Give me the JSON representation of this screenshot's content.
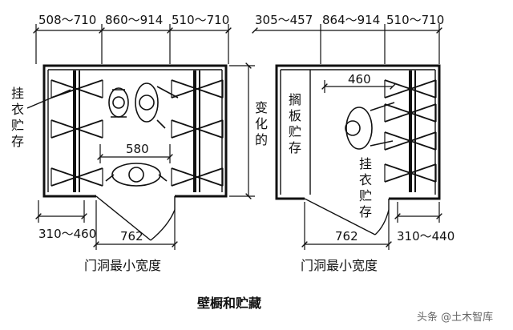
{
  "left_plan": {
    "top_dims": [
      "508～710",
      "860～914",
      "510～710"
    ],
    "label_hanging": [
      "挂",
      "衣",
      "贮",
      "存"
    ],
    "inner_dim": "580",
    "bottom_left_dim": "310～460",
    "door_dim": "762",
    "door_caption": "门洞最小宽度",
    "side_label": [
      "变",
      "化",
      "的"
    ]
  },
  "right_plan": {
    "top_dims": [
      "305～457",
      "864～914",
      "510～710"
    ],
    "inner_dim": "460",
    "label_shelf": [
      "搁",
      "板",
      "贮",
      "存"
    ],
    "label_hanging": [
      "挂",
      "衣",
      "贮",
      "存"
    ],
    "door_dim": "762",
    "bottom_right_dim": "310～440",
    "door_caption": "门洞最小宽度"
  },
  "caption": "壁橱和贮藏",
  "watermark": "头条 @土木智库"
}
